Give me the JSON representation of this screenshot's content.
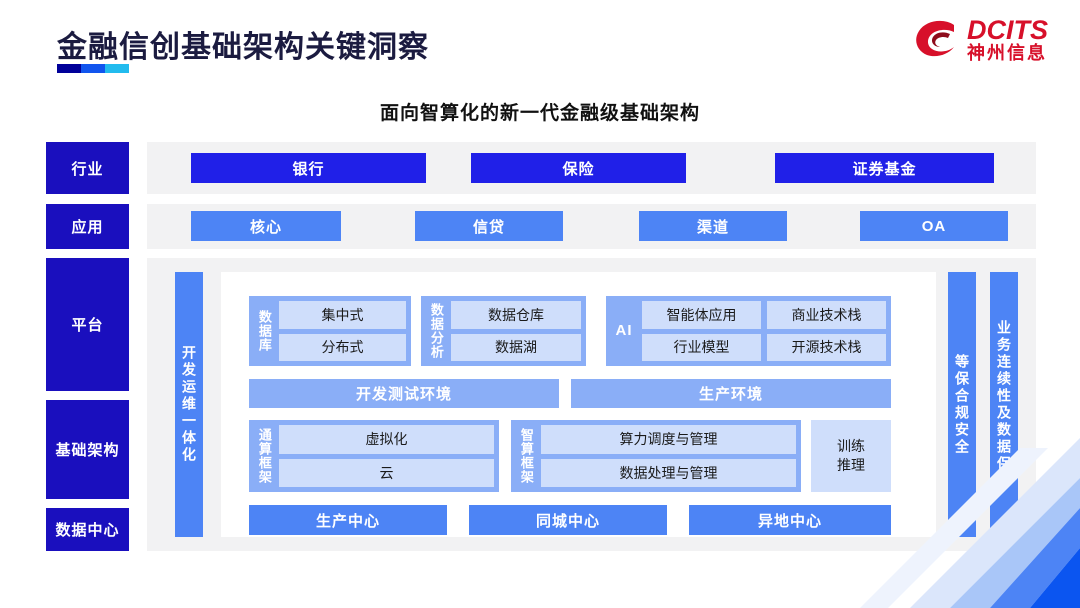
{
  "header": {
    "title": "金融信创基础架构关键洞察",
    "accent_colors": [
      "#000099",
      "#1155ee",
      "#22bbee"
    ],
    "logo": {
      "en": "DCITS",
      "cn": "神州信息",
      "color": "#d7102a"
    }
  },
  "subtitle": "面向智算化的新一代金融级基础架构",
  "lanes": [
    {
      "label": "行业"
    },
    {
      "label": "应用"
    },
    {
      "label": "平台"
    },
    {
      "label": "基础架构"
    },
    {
      "label": "数据中心"
    }
  ],
  "industry_chips": [
    {
      "label": "银行"
    },
    {
      "label": "保险"
    },
    {
      "label": "证券基金"
    }
  ],
  "application_chips": [
    {
      "label": "核心"
    },
    {
      "label": "信贷"
    },
    {
      "label": "渠道"
    },
    {
      "label": "OA"
    }
  ],
  "side_bars": {
    "left": "开发运维一体化",
    "right_inner": "等保合规安全",
    "right_outer": "业务连续性及数据保护"
  },
  "platform": {
    "database": {
      "label": "数据库",
      "items": [
        "集中式",
        "分布式"
      ]
    },
    "analytics": {
      "label": "数据分析",
      "items": [
        "数据仓库",
        "数据湖"
      ]
    },
    "ai": {
      "label": "AI",
      "col_left": [
        "智能体应用",
        "行业模型"
      ],
      "col_right": [
        "商业技术栈",
        "开源技术栈"
      ]
    },
    "env_bars": [
      "开发测试环境",
      "生产环境"
    ]
  },
  "infrastructure": {
    "general_compute": {
      "label": "通算框架",
      "items": [
        "虚拟化",
        "云"
      ]
    },
    "smart_compute": {
      "label": "智算框架",
      "items": [
        "算力调度与管理",
        "数据处理与管理"
      ]
    },
    "training": "训练\n推理"
  },
  "data_centers": [
    {
      "label": "生产中心"
    },
    {
      "label": "同城中心"
    },
    {
      "label": "异地中心"
    }
  ],
  "colors": {
    "lane_label": "#1a0fbe",
    "industry": "#2020e8",
    "application": "#4d84f5",
    "group": "#8aaef7",
    "cell": "#cfdefb",
    "panel": "#f2f2f3"
  }
}
